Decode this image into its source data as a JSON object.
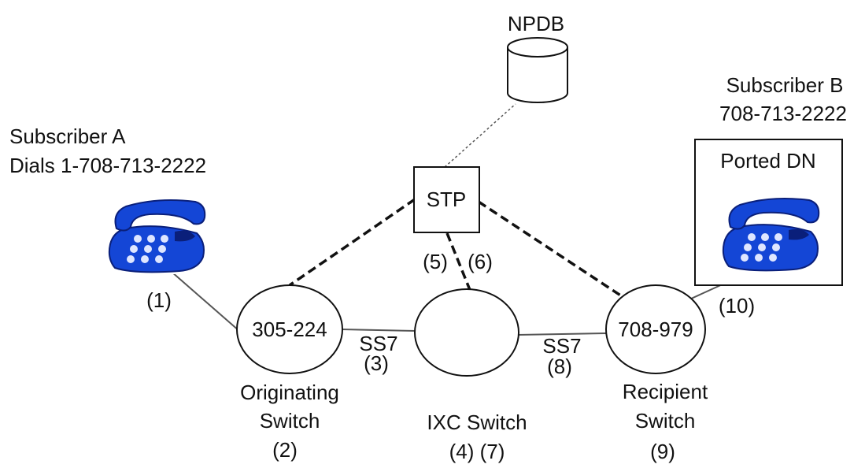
{
  "colors": {
    "phone_body": "#1446d6",
    "phone_dark": "#0a1f7a",
    "phone_key": "#dfe6ff",
    "line": "#555555",
    "dashed": "#111111"
  },
  "icons": {
    "phone_a": "telephone-icon",
    "phone_b": "telephone-icon",
    "database": "database-cylinder-icon"
  },
  "subscriber_a": {
    "line1": "Subscriber A",
    "line2": "Dials 1-708-713-2222"
  },
  "subscriber_b": {
    "line1": "Subscriber B",
    "line2": "708-713-2222",
    "box_label": "Ported DN"
  },
  "npdb": {
    "label": "NPDB"
  },
  "stp": {
    "label": "STP"
  },
  "originating": {
    "code": "305-224",
    "line1": "Originating",
    "line2": "Switch",
    "step": "(2)"
  },
  "ixc": {
    "label": "IXC Switch",
    "steps": "(4) (7)"
  },
  "recipient": {
    "code": "708-979",
    "line1": "Recipient",
    "line2": "Switch",
    "step": "(9)"
  },
  "steps": {
    "s1": "(1)",
    "s3": "(3)",
    "s5": "(5)",
    "s6": "(6)",
    "s8": "(8)",
    "s10": "(10)"
  },
  "links": {
    "ss7_left": "SS7",
    "ss7_right": "SS7"
  }
}
